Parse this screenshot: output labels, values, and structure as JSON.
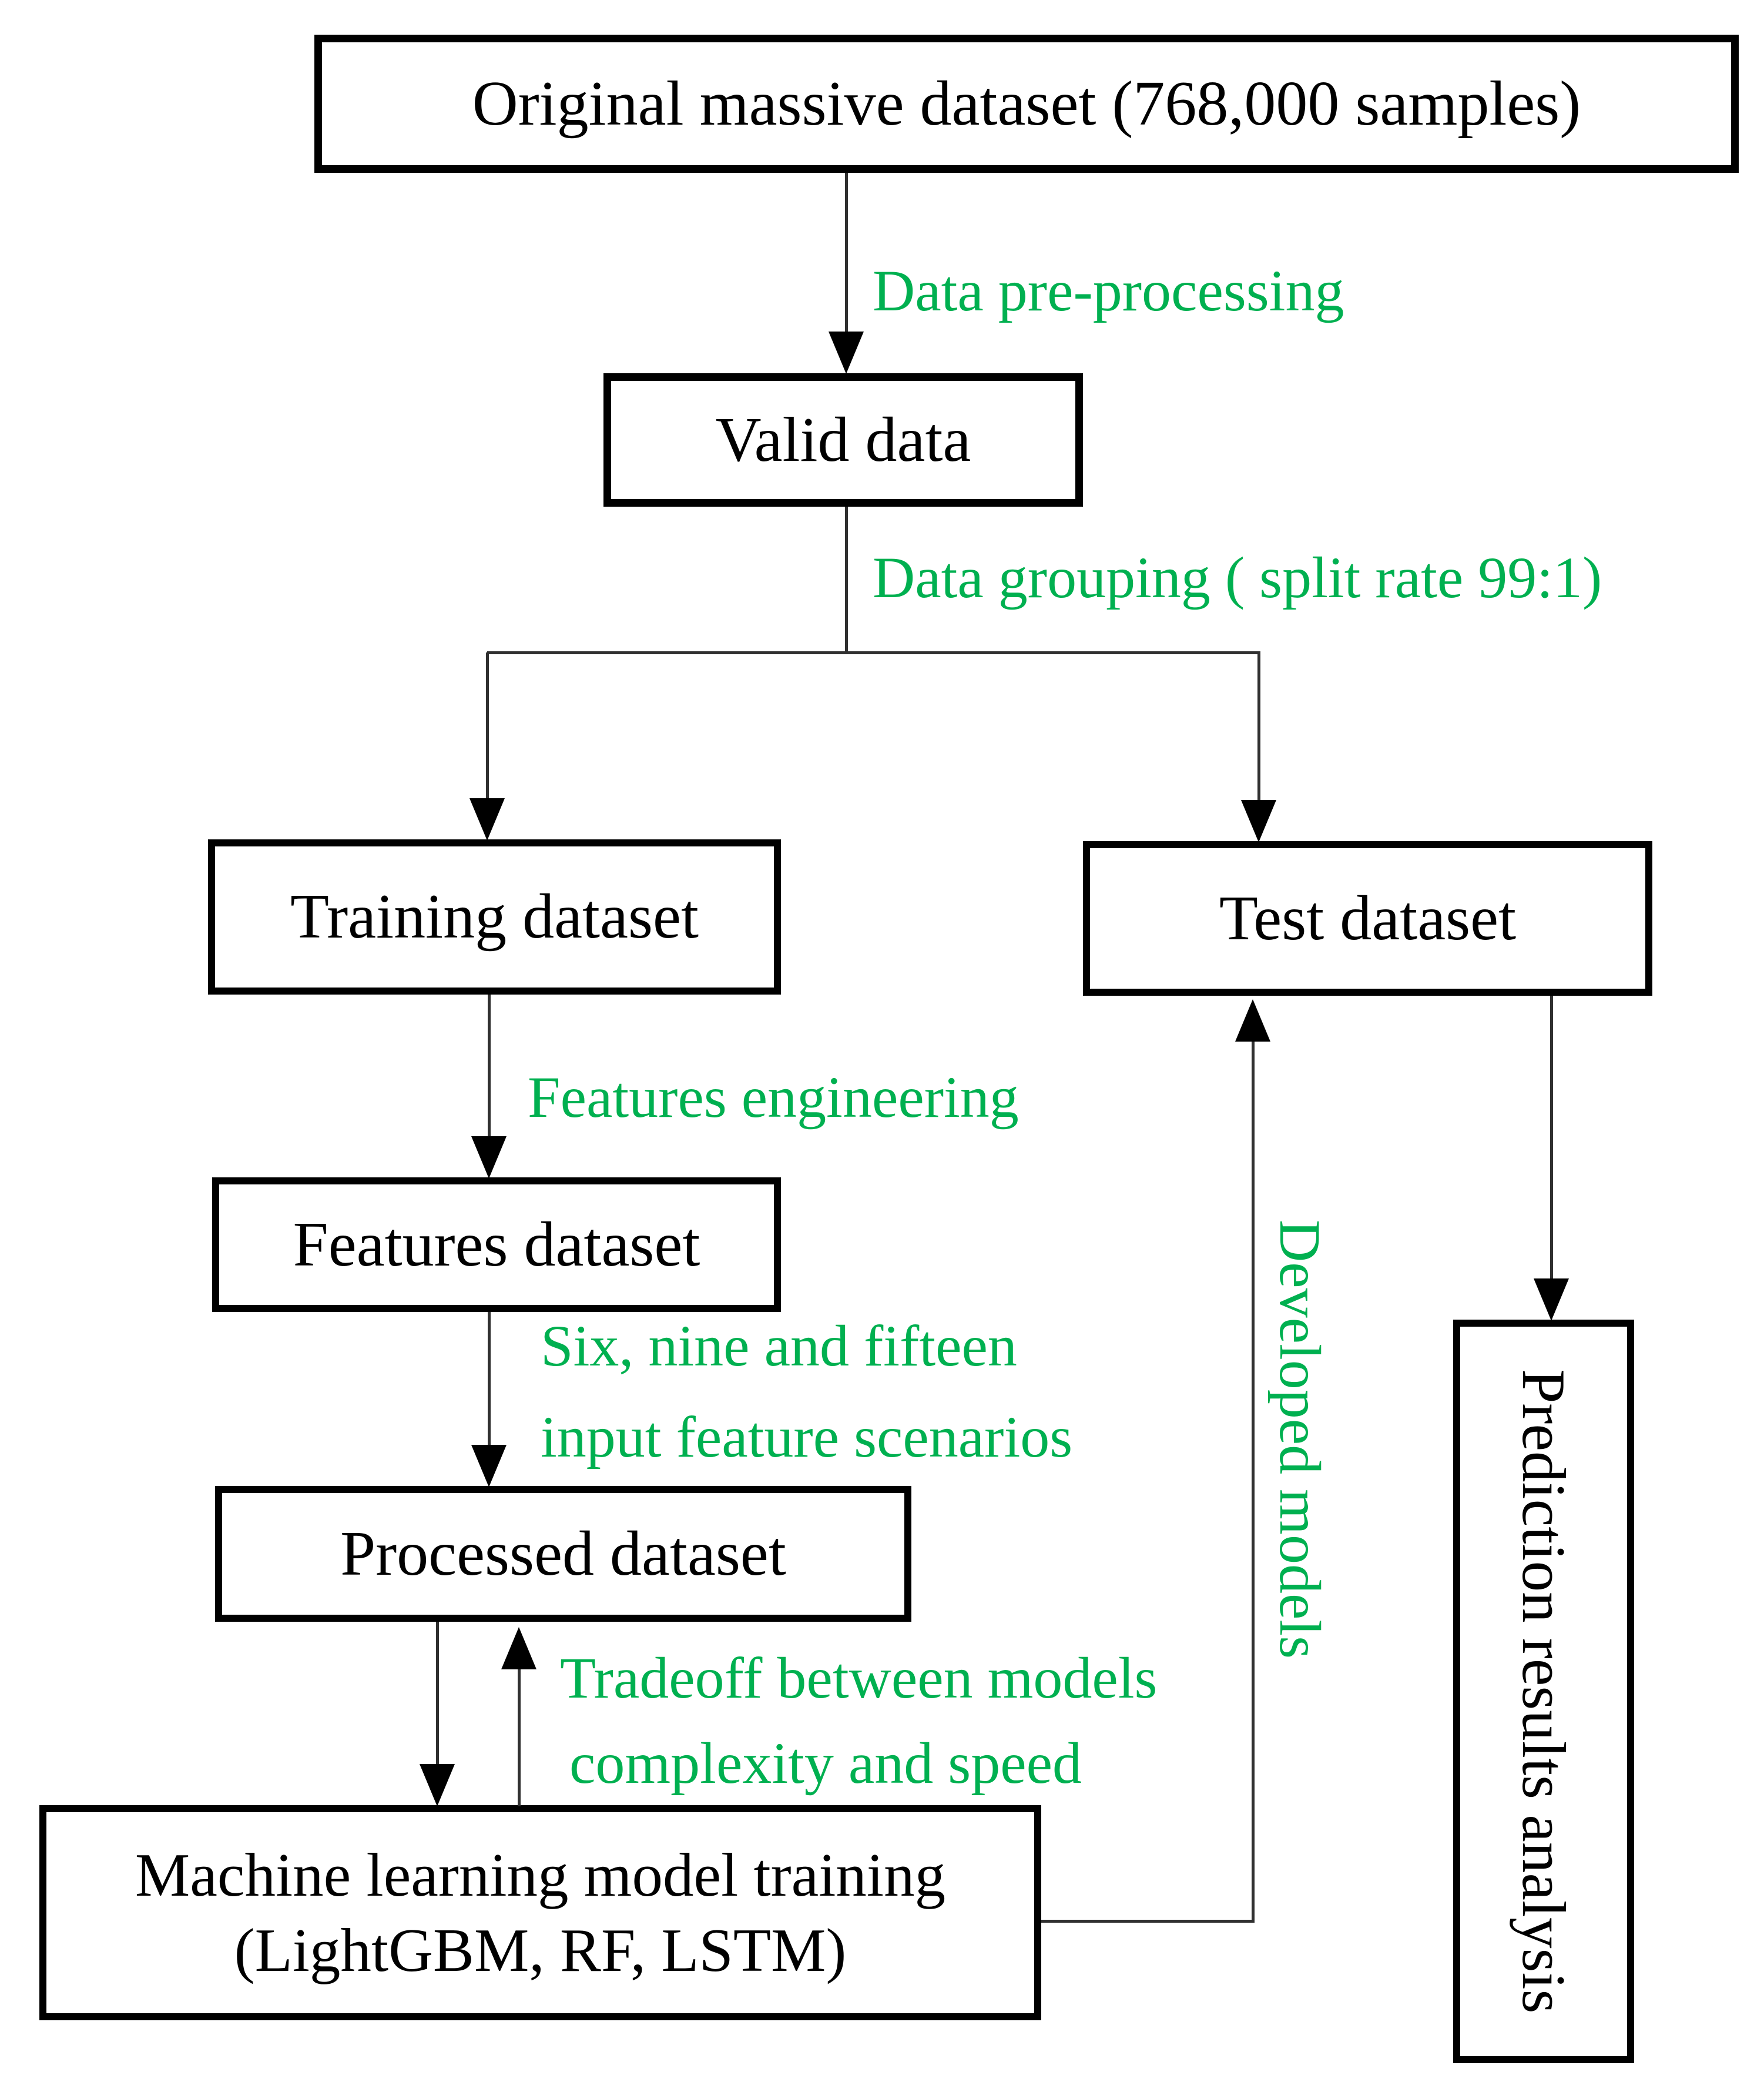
{
  "diagram": {
    "boxes": {
      "original": {
        "label": "Original massive dataset (768,000 samples)"
      },
      "valid": {
        "label": "Valid data"
      },
      "training": {
        "label": "Training dataset"
      },
      "test": {
        "label": "Test dataset"
      },
      "features": {
        "label": "Features dataset"
      },
      "processed": {
        "label": "Processed dataset"
      },
      "ml": {
        "line1": "Machine learning model training",
        "line2": "(LightGBM, RF, LSTM)"
      },
      "prediction": {
        "label": "Prediction results analysis"
      }
    },
    "edge_labels": {
      "preprocessing": "Data pre-processing",
      "grouping": "Data grouping ( split rate 99:1)",
      "features_engineering": "Features engineering",
      "scenarios_line1": "Six, nine and fifteen",
      "scenarios_line2": "input feature scenarios",
      "tradeoff_line1": "Tradeoff between models",
      "tradeoff_line2": "complexity and speed",
      "developed_models": "Developed models"
    },
    "colors": {
      "label_green": "#00b050",
      "box_border": "#000000",
      "connector": "#303030",
      "background": "#ffffff"
    }
  }
}
